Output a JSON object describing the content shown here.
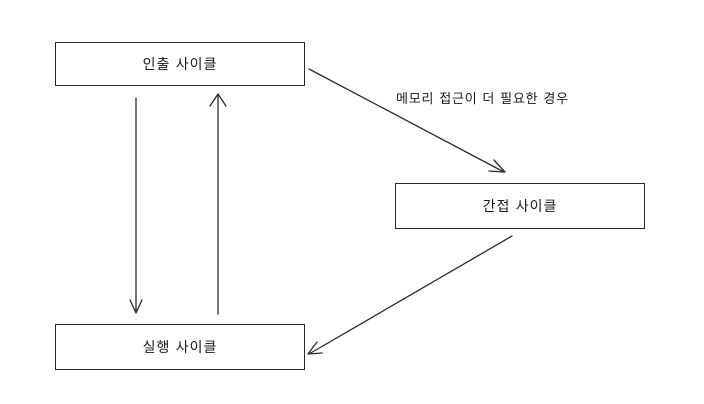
{
  "nodes": {
    "fetch": "인출 사이클",
    "indirect": "간접 사이클",
    "execute": "실행 사이클"
  },
  "edges": [
    {
      "from": "fetch",
      "to": "execute",
      "label": ""
    },
    {
      "from": "execute",
      "to": "fetch",
      "label": ""
    },
    {
      "from": "fetch",
      "to": "indirect",
      "label": "메모리 접근이 더 필요한 경우"
    },
    {
      "from": "indirect",
      "to": "execute",
      "label": ""
    }
  ],
  "labels": {
    "fetch_to_indirect": "메모리 접근이 더 필요한 경우"
  }
}
